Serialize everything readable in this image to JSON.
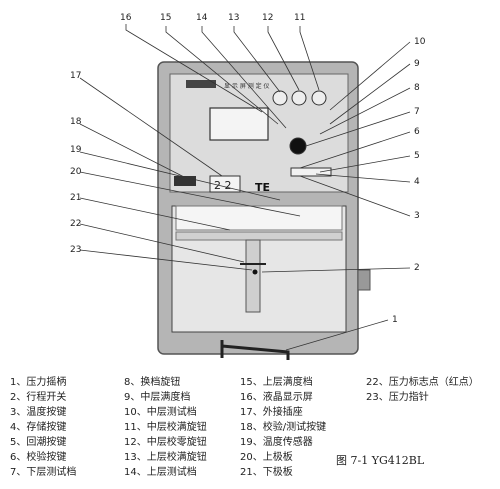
{
  "figure": {
    "part_numbers": [
      "1",
      "2",
      "3",
      "4",
      "5",
      "6",
      "7",
      "8",
      "9",
      "10",
      "11",
      "12",
      "13",
      "14",
      "15",
      "16",
      "17",
      "18",
      "19",
      "20",
      "21",
      "22",
      "23"
    ],
    "display_label": "2 2",
    "brand_text": "TE",
    "panel_title": "显 示 屏 测 定 仪"
  },
  "legend": [
    {
      "num": "1、",
      "text": "压力摇柄"
    },
    {
      "num": "2、",
      "text": "行程开关"
    },
    {
      "num": "3、",
      "text": "温度按键"
    },
    {
      "num": "4、",
      "text": "存储按键"
    },
    {
      "num": "5、",
      "text": "回潮按键"
    },
    {
      "num": "6、",
      "text": "校验按键"
    },
    {
      "num": "7、",
      "text": "下层测试档"
    },
    {
      "num": "8、",
      "text": "换档旋钮"
    },
    {
      "num": "9、",
      "text": "中层满度档"
    },
    {
      "num": "10、",
      "text": "中层测试档"
    },
    {
      "num": "11、",
      "text": "中层校满旋钮"
    },
    {
      "num": "12、",
      "text": "中层校零旋钮"
    },
    {
      "num": "13、",
      "text": "上层校满旋钮"
    },
    {
      "num": "14、",
      "text": "上层测试档"
    },
    {
      "num": "15、",
      "text": "上层满度档"
    },
    {
      "num": "16、",
      "text": "液晶显示屏"
    },
    {
      "num": "17、",
      "text": "外接插座"
    },
    {
      "num": "18、",
      "text": "校验/测试按键"
    },
    {
      "num": "19、",
      "text": "温度传感器"
    },
    {
      "num": "20、",
      "text": "上极板"
    },
    {
      "num": "21、",
      "text": "下极板"
    },
    {
      "num": "22、",
      "text": "压力标志点（红点）"
    },
    {
      "num": "23、",
      "text": "压力指针"
    }
  ],
  "caption": "图 7-1 YG412BL"
}
